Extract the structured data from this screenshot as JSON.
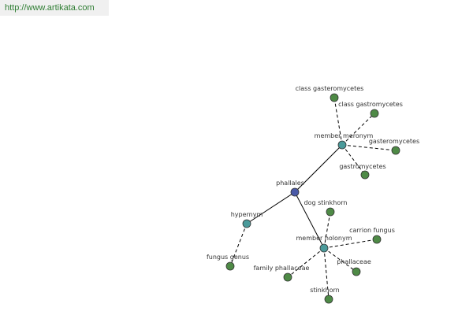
{
  "header": {
    "url": "http://www.artikata.com"
  },
  "colors": {
    "root": "#4a5aa8",
    "relation": "#4a9a9a",
    "leaf": "#4e8a46"
  },
  "graph": {
    "nodes": [
      {
        "id": "phallales",
        "label": "phallales",
        "kind": "root"
      },
      {
        "id": "member-meronym",
        "label": "member meronym",
        "kind": "relation"
      },
      {
        "id": "hypernym",
        "label": "hypernym",
        "kind": "relation"
      },
      {
        "id": "member-holonym",
        "label": "member holonym",
        "kind": "relation"
      },
      {
        "id": "class-gasteromycetes",
        "label": "class gasteromycetes",
        "kind": "leaf"
      },
      {
        "id": "class-gastromycetes",
        "label": "class gastromycetes",
        "kind": "leaf"
      },
      {
        "id": "gasteromycetes",
        "label": "gasteromycetes",
        "kind": "leaf"
      },
      {
        "id": "gastromycetes",
        "label": "gastromycetes",
        "kind": "leaf"
      },
      {
        "id": "fungus-genus",
        "label": "fungus genus",
        "kind": "leaf"
      },
      {
        "id": "dog-stinkhorn",
        "label": "dog stinkhorn",
        "kind": "leaf"
      },
      {
        "id": "carrion-fungus",
        "label": "carrion fungus",
        "kind": "leaf"
      },
      {
        "id": "phallaceae",
        "label": "phallaceae",
        "kind": "leaf"
      },
      {
        "id": "family-phallaceae",
        "label": "family phallaceae",
        "kind": "leaf"
      },
      {
        "id": "stinkhorn",
        "label": "stinkhorn",
        "kind": "leaf"
      }
    ],
    "edges": [
      {
        "from": "phallales",
        "to": "member-meronym",
        "style": "solid"
      },
      {
        "from": "phallales",
        "to": "hypernym",
        "style": "solid"
      },
      {
        "from": "phallales",
        "to": "member-holonym",
        "style": "solid"
      },
      {
        "from": "member-meronym",
        "to": "class-gasteromycetes",
        "style": "dashed"
      },
      {
        "from": "member-meronym",
        "to": "class-gastromycetes",
        "style": "dashed"
      },
      {
        "from": "member-meronym",
        "to": "gasteromycetes",
        "style": "dashed"
      },
      {
        "from": "member-meronym",
        "to": "gastromycetes",
        "style": "dashed"
      },
      {
        "from": "hypernym",
        "to": "fungus-genus",
        "style": "dashed"
      },
      {
        "from": "member-holonym",
        "to": "dog-stinkhorn",
        "style": "dashed"
      },
      {
        "from": "member-holonym",
        "to": "carrion-fungus",
        "style": "dashed"
      },
      {
        "from": "member-holonym",
        "to": "phallaceae",
        "style": "dashed"
      },
      {
        "from": "member-holonym",
        "to": "family-phallaceae",
        "style": "dashed"
      },
      {
        "from": "member-holonym",
        "to": "stinkhorn",
        "style": "dashed"
      }
    ]
  }
}
